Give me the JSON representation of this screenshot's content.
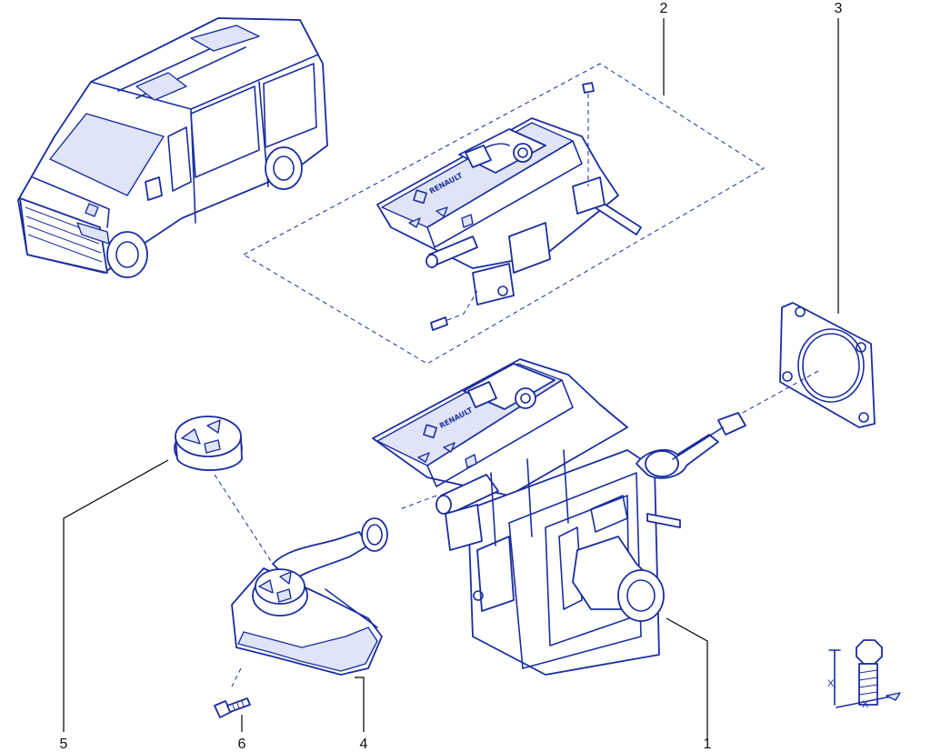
{
  "callouts": [
    {
      "id": "1",
      "text": "1"
    },
    {
      "id": "2",
      "text": "2"
    },
    {
      "id": "3",
      "text": "3"
    },
    {
      "id": "4",
      "text": "4"
    },
    {
      "id": "5",
      "text": "5"
    },
    {
      "id": "6",
      "text": "6"
    }
  ],
  "brand_marks": {
    "lower_unit": "RENAULT",
    "upper_unit": "RENAULT"
  },
  "torque_symbol": {
    "dim_a": "X",
    "dim_b": "X"
  },
  "colors": {
    "line": "#1b2e9e",
    "leader": "#000000",
    "shade": "#dfe4f6",
    "background": "#ffffff"
  }
}
